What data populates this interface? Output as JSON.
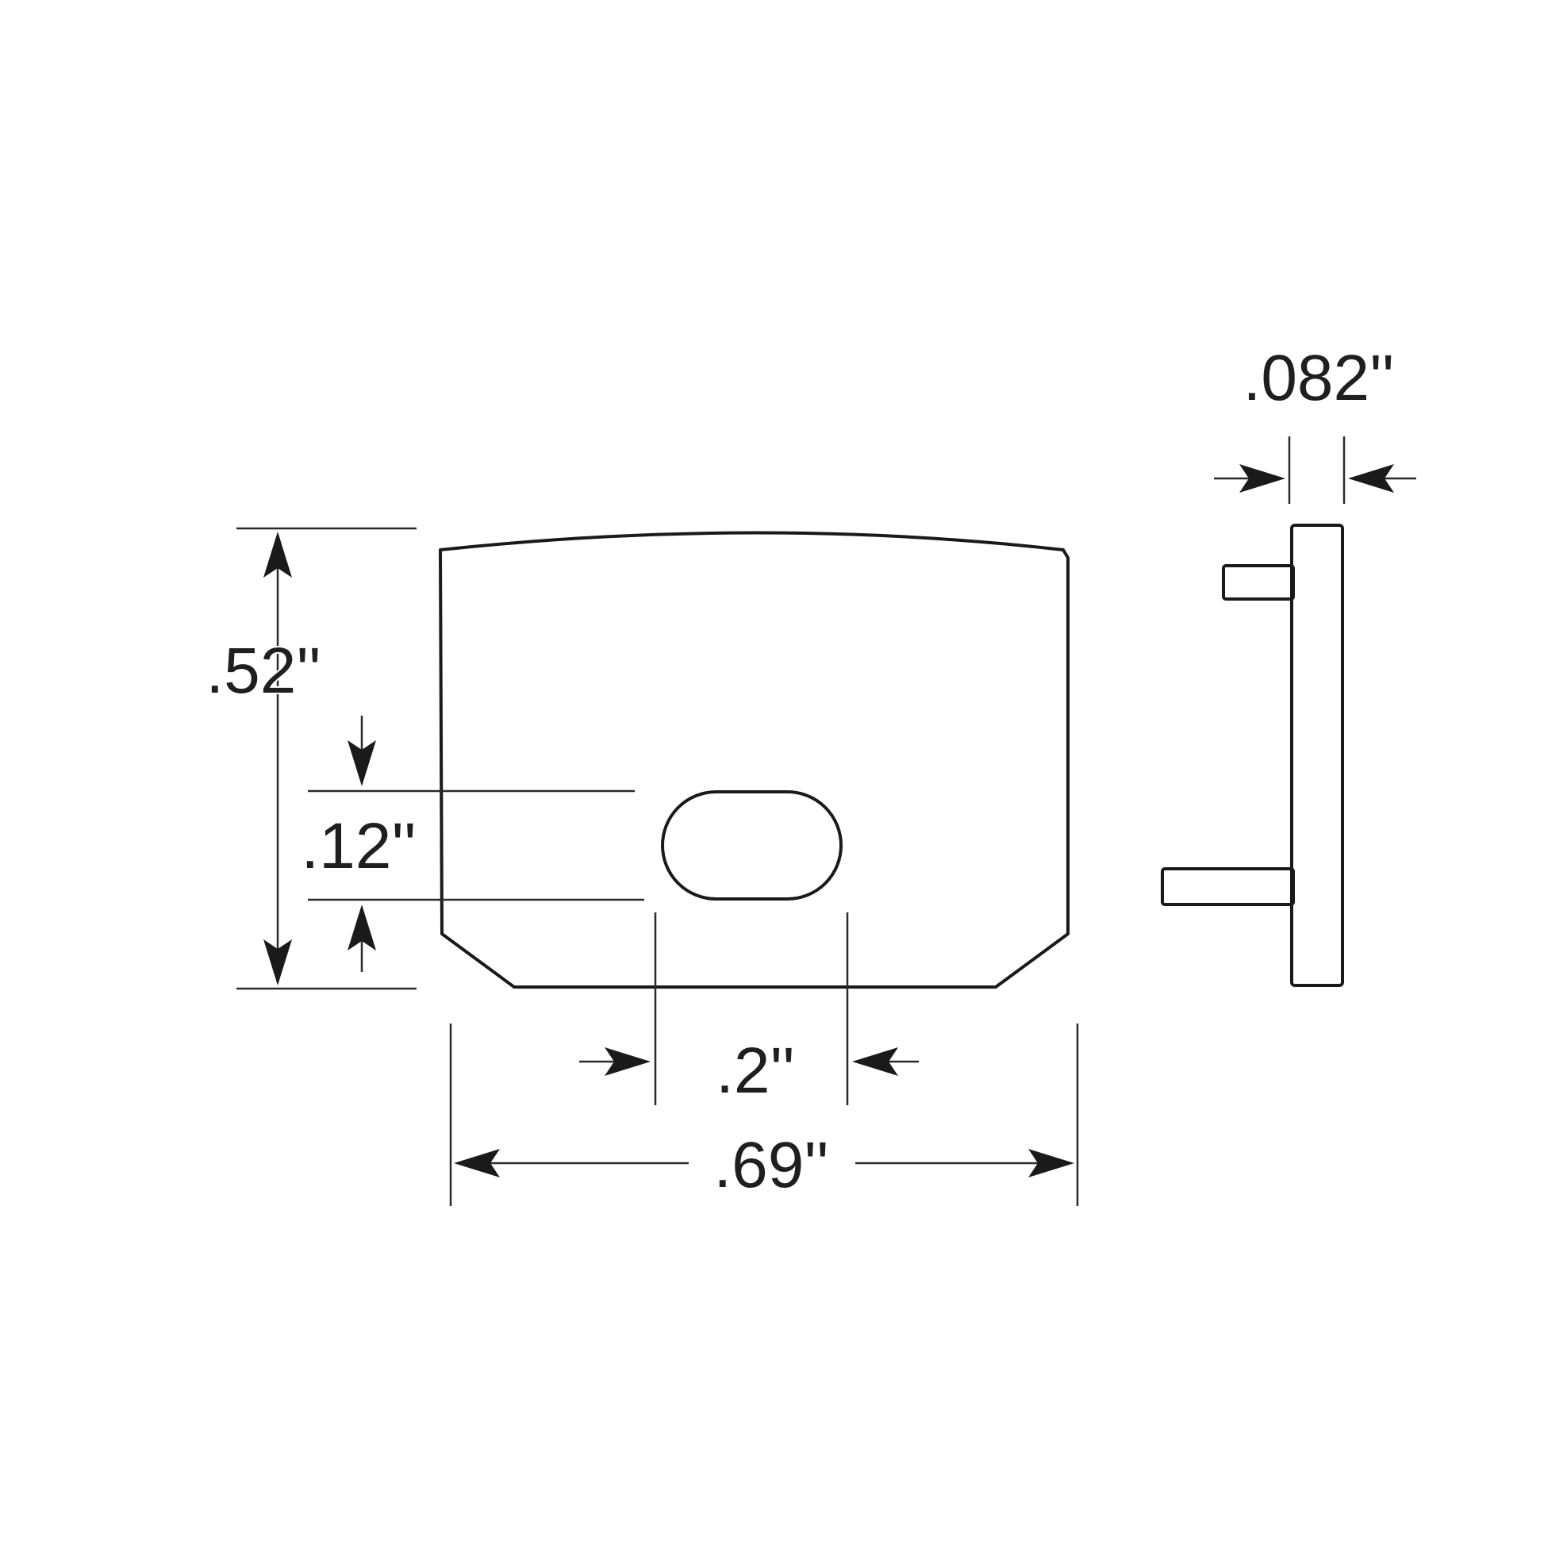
{
  "dimensions": {
    "overall_height": ".52''",
    "slot_height": ".12''",
    "slot_width": ".2''",
    "overall_width": ".69''",
    "thickness": ".082''"
  },
  "colors": {
    "line": "#1a1a1a",
    "background": "#ffffff"
  }
}
